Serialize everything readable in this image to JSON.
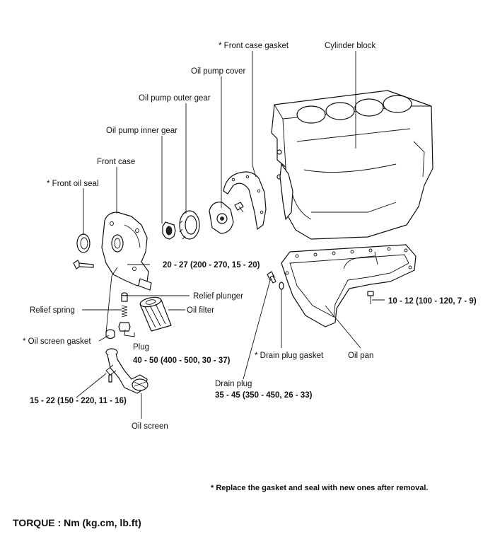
{
  "labels": {
    "front_case_gasket": "* Front case gasket",
    "cylinder_block": "Cylinder block",
    "oil_pump_cover": "Oil pump cover",
    "oil_pump_outer_gear": "Oil pump outer gear",
    "oil_pump_inner_gear": "Oil pump inner gear",
    "front_case": "Front case",
    "front_oil_seal": "* Front oil seal",
    "front_case_torque": "20 - 27 (200 - 270, 15 - 20)",
    "relief_plunger": "Relief plunger",
    "relief_spring": "Relief spring",
    "oil_filter": "Oil filter",
    "oil_screen_gasket": "* Oil screen gasket",
    "plug": "Plug",
    "plug_torque": "40 - 50 (400 - 500, 30 - 37)",
    "oil_screen_torque": "15 - 22 (150 - 220, 11 - 16)",
    "oil_screen": "Oil screen",
    "drain_plug_gasket": "* Drain plug gasket",
    "drain_plug": "Drain plug",
    "drain_plug_torque": "35 - 45 (350 - 450, 26 - 33)",
    "oil_pan": "Oil pan",
    "oil_pan_torque": "10 - 12 (100 - 120, 7 - 9)"
  },
  "footer": {
    "note": "* Replace the gasket and seal with new ones after removal.",
    "torque_unit": "TORQUE : Nm (kg.cm, lb.ft)"
  }
}
